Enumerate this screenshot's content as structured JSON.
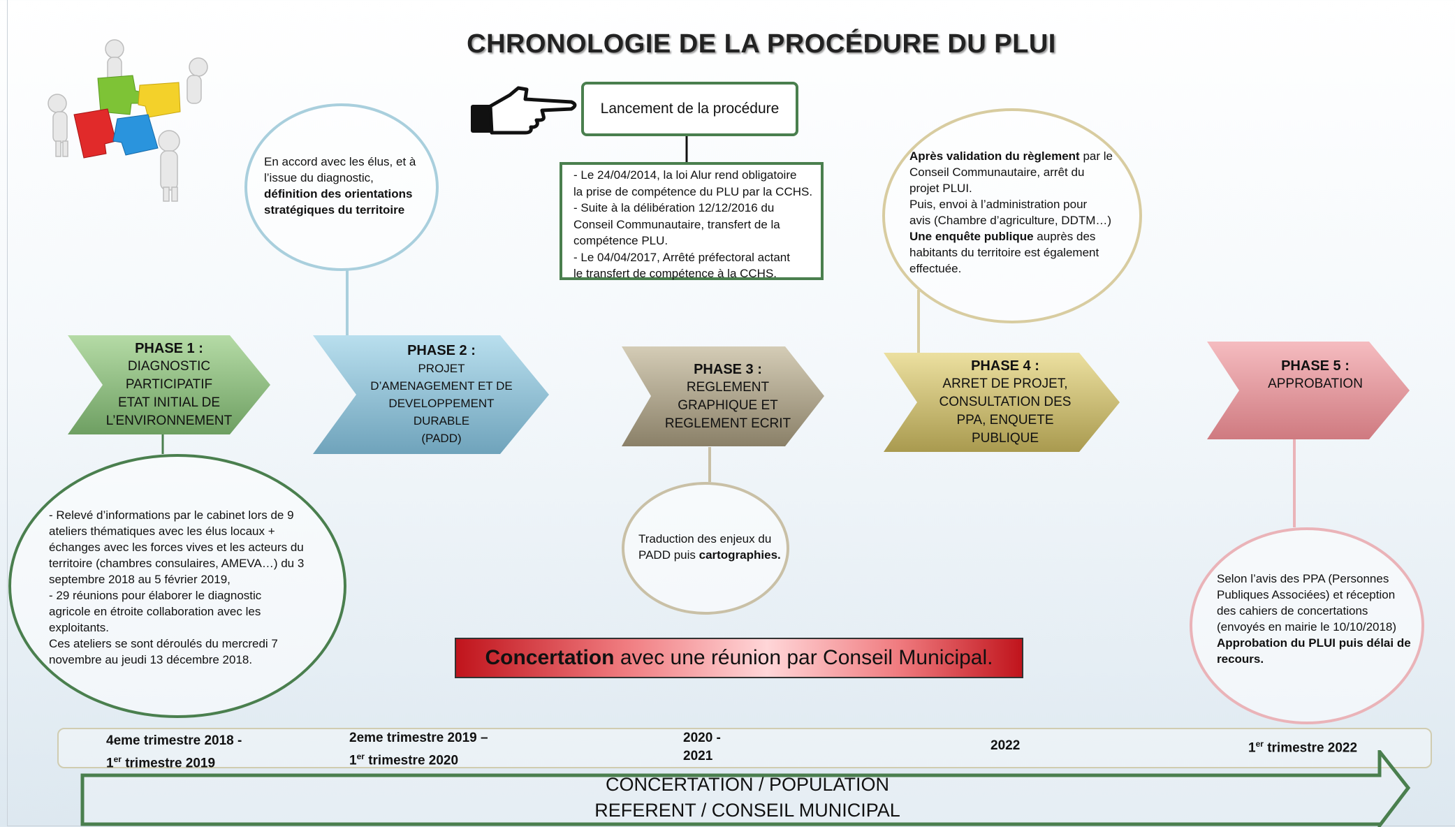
{
  "title": "CHRONOLOGIE DE LA PROCÉDURE DU PLUI",
  "launch": {
    "label": "Lancement de la procédure",
    "details": [
      "- Le 24/04/2014, la loi Alur rend obligatoire",
      "la prise de compétence du PLU par la CCHS.",
      "- Suite à la délibération 12/12/2016 du",
      "Conseil Communautaire, transfert de la",
      "compétence PLU.",
      "- Le 04/04/2017, Arrêté préfectoral actant",
      "le transfert de compétence à la CCHS."
    ]
  },
  "phases": [
    {
      "title": "PHASE 1 :",
      "lines": [
        "DIAGNOSTIC",
        "PARTICIPATIF",
        "ETAT INITIAL DE",
        "L’ENVIRONNEMENT"
      ]
    },
    {
      "title": "PHASE 2 :",
      "lines": [
        "PROJET",
        "D’AMENAGEMENT  ET DE",
        "DEVELOPPEMENT",
        "DURABLE",
        "(PADD)"
      ]
    },
    {
      "title": "PHASE 3 :",
      "lines": [
        "REGLEMENT",
        "GRAPHIQUE ET",
        "REGLEMENT ECRIT"
      ]
    },
    {
      "title": "PHASE 4 :",
      "lines": [
        "ARRET DE PROJET,",
        "CONSULTATION DES",
        "PPA, ENQUETE",
        "PUBLIQUE"
      ]
    },
    {
      "title": "PHASE 5 :",
      "lines": [
        "APPROBATION"
      ]
    }
  ],
  "notes": {
    "phase1": {
      "lines": [
        "- Relevé d’informations par le cabinet lors de 9",
        "ateliers thématiques avec les élus locaux +",
        "échanges avec les forces vives et les acteurs du",
        "territoire (chambres consulaires, AMEVA…) du 3",
        "septembre 2018  au 5 février 2019,",
        "- 29 réunions pour élaborer le diagnostic",
        "agricole en étroite collaboration avec les",
        "exploitants.",
        "Ces ateliers se sont déroulés du mercredi 7",
        "novembre au jeudi 13 décembre 2018."
      ]
    },
    "phase2": {
      "line1": "En accord avec les élus, et à",
      "line2": "l’issue du diagnostic,",
      "bold1": "définition  des orientations",
      "bold2": "stratégiques du territoire"
    },
    "phase3": {
      "line1": "Traduction des enjeux du",
      "line2_plain": "PADD puis ",
      "line2_bold": "cartographies."
    },
    "phase4": {
      "bold1": "Après validation du règlement",
      "rest1": " par le",
      "lines": [
        "Conseil Communautaire, arrêt du",
        "projet PLUI.",
        "Puis, envoi à l’administration pour",
        "avis (Chambre d’agriculture, DDTM…)"
      ],
      "bold2": "Une enquête publique",
      "rest2": " auprès des",
      "lines2": [
        "habitants du territoire est également",
        "effectuée."
      ]
    },
    "phase5": {
      "lines": [
        "Selon l’avis des PPA (Personnes",
        "Publiques Associées) et réception",
        "des cahiers de concertations",
        "(envoyés en mairie le 10/10/2018)"
      ],
      "bold1": "Approbation  du PLUI puis délai de",
      "bold2": "recours."
    }
  },
  "concertation": {
    "bold": "Concertation",
    "rest": " avec une réunion par Conseil Municipal."
  },
  "timeline": [
    {
      "line1": "4eme trimestre 2018 -",
      "line2_num": "1",
      "line2_sup": "er",
      "line2_rest": " trimestre 2019"
    },
    {
      "line1": "2eme trimestre 2019 –",
      "line2_num": "1",
      "line2_sup": "er",
      "line2_rest": " trimestre 2020"
    },
    {
      "line1": "2020 -",
      "line2_num": "2021",
      "line2_sup": "",
      "line2_rest": ""
    },
    {
      "line1": "2022",
      "line2_num": "",
      "line2_sup": "",
      "line2_rest": ""
    },
    {
      "line1": "",
      "line2_num": "1",
      "line2_sup": "er",
      "line2_rest": " trimestre 2022"
    }
  ],
  "bottom_arrow": {
    "line1": "CONCERTATION / POPULATION",
    "line2": "REFERENT / CONSEIL MUNICIPAL"
  },
  "colors": {
    "phase1": "#8fbf7f",
    "phase2": "#8cc0d6",
    "phase3": "#b0a68c",
    "phase4": "#d1c27c",
    "phase5": "#e89aa0",
    "green_border": "#4a7f4e",
    "blue_border": "#a9cfdd",
    "tan_border": "#c9c0a6",
    "gold_border": "#d8cca0",
    "pink_border": "#eab3b8"
  },
  "icons": [
    "puzzle-people-icon",
    "pointing-hand-icon"
  ]
}
